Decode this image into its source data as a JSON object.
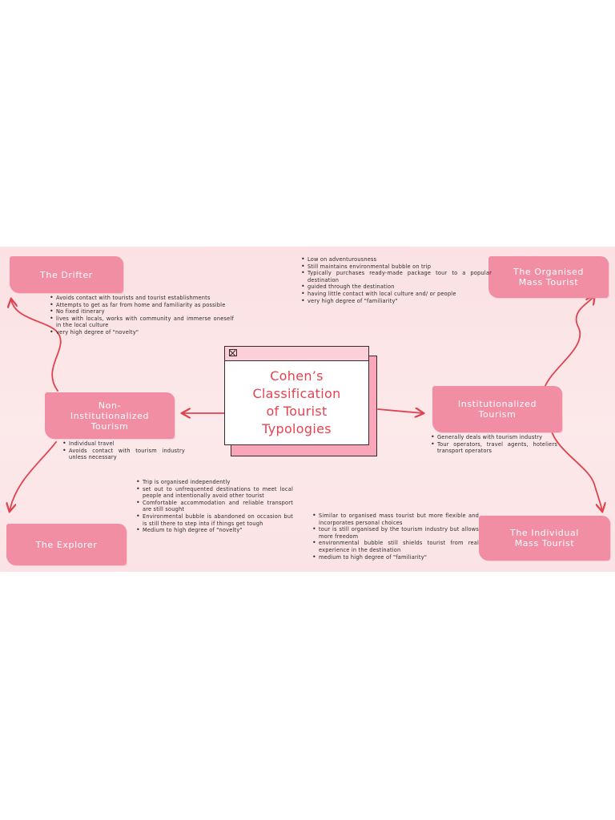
{
  "diagram": {
    "title": "Cohen's Classification of Tourist Typologies",
    "title_lines": [
      "Cohen’s",
      "Classification",
      "of Tourist",
      "Typologies"
    ],
    "colors": {
      "background": "#fbe4e6",
      "label_fill": "#f28ea4",
      "arrow": "#e0424f",
      "title_text": "#e8424f"
    },
    "nodes": {
      "drifter": {
        "label": "The Drifter",
        "notes": [
          "Avoids contact with tourists and tourist establishments",
          "Attempts to get as far from home and familiarity as possible",
          "No fixed itinerary",
          "lives with locals, works with community and immerse oneself in the local culture",
          "very high degree of \"novelty\""
        ]
      },
      "non_institutionalized": {
        "label": "Non-Institutionalized Tourism",
        "notes": [
          "Individual travel",
          "Avoids contact with tourism industry unless necessary"
        ]
      },
      "explorer": {
        "label": "The Explorer",
        "notes": [
          "Trip is organised independently",
          "set out to unfrequented destinations to meet local people and intentionally avoid other tourist",
          "Comfortable accommodation and reliable transport are still sought",
          "Environmental bubble is abandoned on occasion but is still there to step into if things get tough",
          "Medium to high degree of \"novelty\""
        ]
      },
      "organised_mass": {
        "label": "The Organised Mass Tourist",
        "notes": [
          "Low on adventurousness",
          "Still maintains environmental bubble on trip",
          "Typically purchases ready-made package tour to a popular destination",
          "guided through the destination",
          "having little contact with local culture and/ or people",
          "very high degree of \"familiarity\""
        ]
      },
      "institutionalized": {
        "label": "Institutionalized Tourism",
        "notes": [
          "Generally deals with tourism industry",
          "Tour operators, travel agents, hoteliers transport operators"
        ]
      },
      "individual_mass": {
        "label": "The Individual Mass Tourist",
        "notes": [
          "Similar to organised mass tourist but more flexible and incorporates personal choices",
          "tour is still organised by the tourism industry but allows more freedom",
          "environmental bubble still shields tourist from real experience in the destination",
          "medium to high degree of \"familiarity\""
        ]
      }
    }
  }
}
